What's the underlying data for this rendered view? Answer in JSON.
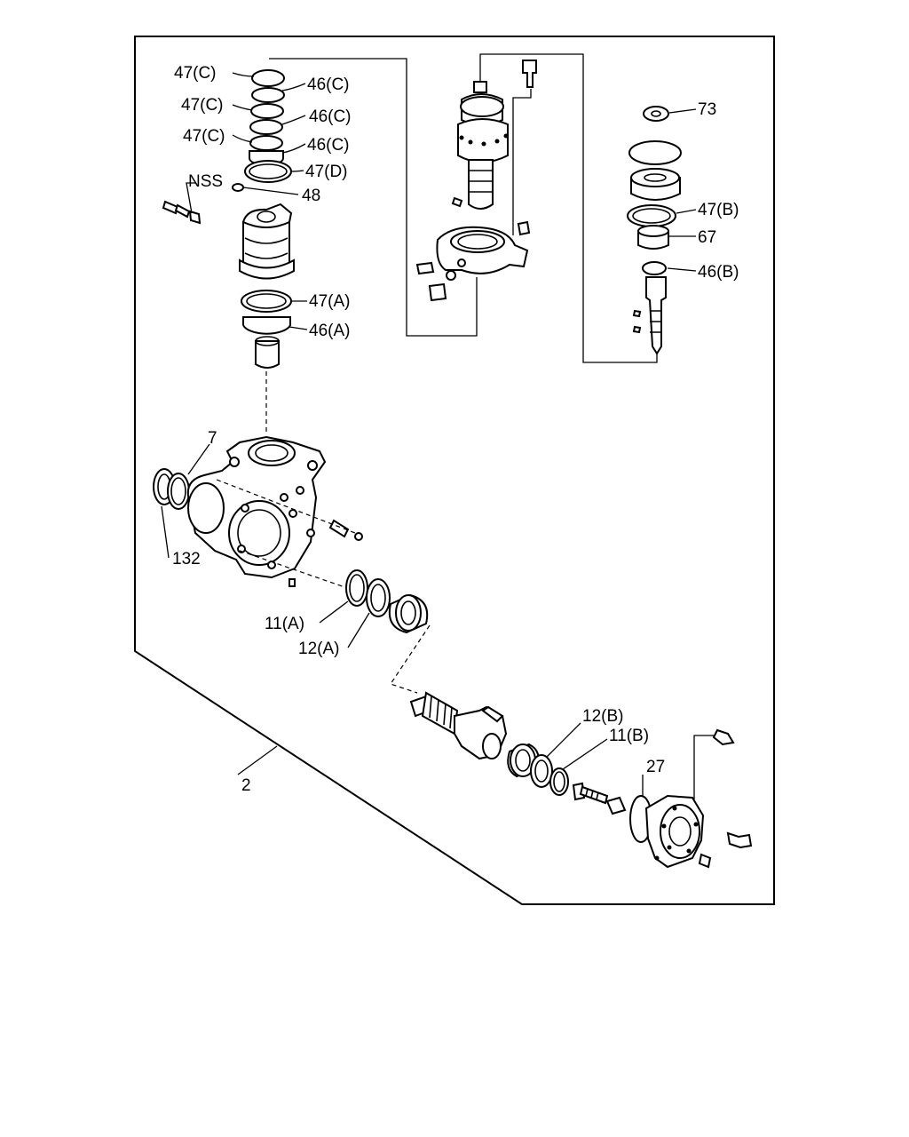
{
  "diagram": {
    "labels": {
      "l47c_1": "47(C)",
      "l46c_1": "46(C)",
      "l47c_2": "47(C)",
      "l46c_2": "46(C)",
      "l47c_3": "47(C)",
      "l46c_3": "46(C)",
      "l47d": "47(D)",
      "lnss": "NSS",
      "l48": "48",
      "l47a": "47(A)",
      "l46a": "46(A)",
      "l73": "73",
      "l47b": "47(B)",
      "l67": "67",
      "l46b": "46(B)",
      "l7": "7",
      "l132": "132",
      "l11a": "11(A)",
      "l12a": "12(A)",
      "l12b": "12(B)",
      "l11b": "11(B)",
      "l27": "27",
      "l2": "2"
    }
  }
}
